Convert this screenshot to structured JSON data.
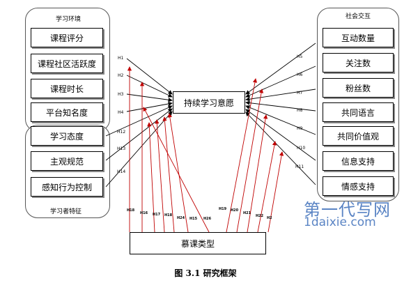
{
  "groups": {
    "learning_env": "学习环境",
    "learner_traits": "学习者特征",
    "social_interaction": "社会交互"
  },
  "left_top_nodes": [
    "课程评分",
    "课程社区活跃度",
    "课程时长",
    "平台知名度"
  ],
  "left_bottom_nodes": [
    "学习态度",
    "主观规范",
    "感知行为控制"
  ],
  "right_nodes": [
    "互动数量",
    "关注数",
    "粉丝数",
    "共同语言",
    "共同价值观",
    "信息支持",
    "情感支持"
  ],
  "center_node": "持续学习意愿",
  "bottom_node": "慕课类型",
  "hypotheses_left": [
    "H1",
    "H2",
    "H3",
    "H4",
    "H12",
    "H13",
    "H14"
  ],
  "hypotheses_right": [
    "H5",
    "H6",
    "H7",
    "H8",
    "H9",
    "H10",
    "H11"
  ],
  "hypotheses_bottom": [
    "H18",
    "H16",
    "H17",
    "H18",
    "H24",
    "H15",
    "H26",
    "H19",
    "H20",
    "H21",
    "H22",
    "H2"
  ],
  "caption": "图 3.1  研究框架",
  "watermark": {
    "line1": "第一代写网",
    "line2": "1daixie.com"
  },
  "colors": {
    "arrow_black": "#000000",
    "arrow_red": "#c00000"
  }
}
